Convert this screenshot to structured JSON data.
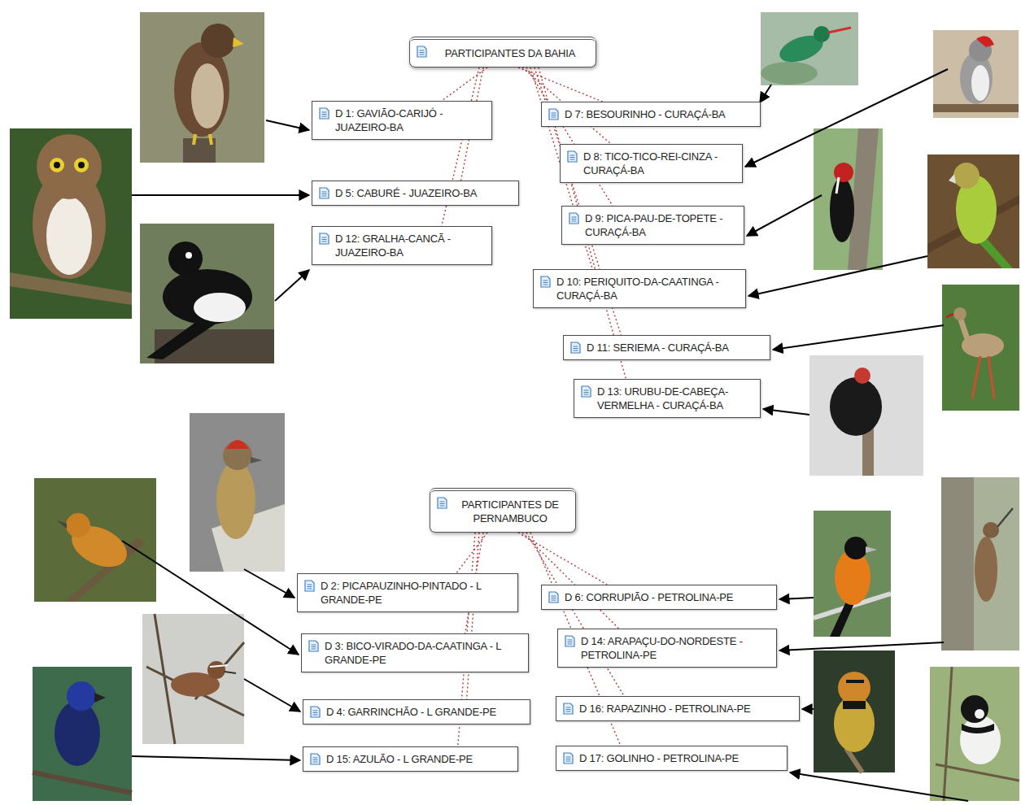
{
  "diagram": {
    "nodes": [
      {
        "text": [
          "PARTICIPANTES DA BAHIA"
        ]
      },
      {
        "text": [
          "D 1: GAVIÃO-CARIJÓ - JUAZEIRO-BA"
        ]
      },
      {
        "text": [
          "D 5: CABURÉ - JUAZEIRO-BA"
        ]
      },
      {
        "text": [
          "D 12: GRALHA-CANCÃ - JUAZEIRO-BA"
        ]
      },
      {
        "text": [
          "D 7: BESOURINHO - CURAÇÁ-BA"
        ]
      },
      {
        "text": [
          "D 8: TICO-TICO-REI-CINZA - CURAÇÁ-BA"
        ]
      },
      {
        "text": [
          "D 9: PICA-PAU-DE-TOPETE - CURAÇÁ-BA"
        ]
      },
      {
        "text": [
          "D 10: PERIQUITO-DA-CAATINGA - CURAÇÁ-BA"
        ]
      },
      {
        "text": [
          "D 11: SERIEMA - CURAÇÁ-BA"
        ]
      },
      {
        "text": [
          "D 13: URUBU-DE-CABEÇA- VERMELHA - CURAÇÁ-BA"
        ]
      },
      {
        "text": [
          "PARTICIPANTES DE PERNAMBUCO"
        ]
      },
      {
        "text": [
          "D 2: PICAPAUZINHO-PINTADO - L GRANDE-PE"
        ]
      },
      {
        "text": [
          "D 3: BICO-VIRADO-DA-CAATINGA - L GRANDE-PE"
        ]
      },
      {
        "text": [
          "D 4: GARRINCHÃO - L GRANDE-PE"
        ]
      },
      {
        "text": [
          "D 15: AZULÃO - L GRANDE-PE"
        ]
      },
      {
        "text": [
          "D 6: CORRUPIÃO - PETROLINA-PE"
        ]
      },
      {
        "text": [
          "D 14: ARAPAÇU-DO-NORDESTE - PETROLINA-PE"
        ]
      },
      {
        "text": [
          "D 16: RAPAZINHO - PETROLINA-PE"
        ]
      },
      {
        "text": [
          "D 17: GOLINHO - PETROLINA-PE"
        ]
      }
    ],
    "edges": [
      {
        "from": 0,
        "to": 1,
        "arrow": "none"
      },
      {
        "from": 0,
        "to": 2,
        "arrow": "none"
      },
      {
        "from": 0,
        "to": 3,
        "arrow": "none"
      },
      {
        "from": 0,
        "to": 4,
        "arrow": "none"
      },
      {
        "from": 0,
        "to": 5,
        "arrow": "none"
      },
      {
        "from": 0,
        "to": 6,
        "arrow": "none"
      },
      {
        "from": 0,
        "to": 7,
        "arrow": "none"
      },
      {
        "from": 0,
        "to": 8,
        "arrow": "none"
      },
      {
        "from": 0,
        "to": 9,
        "arrow": "none"
      },
      {
        "from": 10,
        "to": 11,
        "arrow": "none"
      },
      {
        "from": 10,
        "to": 12,
        "arrow": "none"
      },
      {
        "from": 10,
        "to": 13,
        "arrow": "none"
      },
      {
        "from": 10,
        "to": 14,
        "arrow": "none"
      },
      {
        "from": 10,
        "to": 15,
        "arrow": "none"
      },
      {
        "from": 10,
        "to": 16,
        "arrow": "none"
      },
      {
        "from": 10,
        "to": 17,
        "arrow": "none"
      },
      {
        "from": 10,
        "to": 18,
        "arrow": "none"
      }
    ]
  }
}
